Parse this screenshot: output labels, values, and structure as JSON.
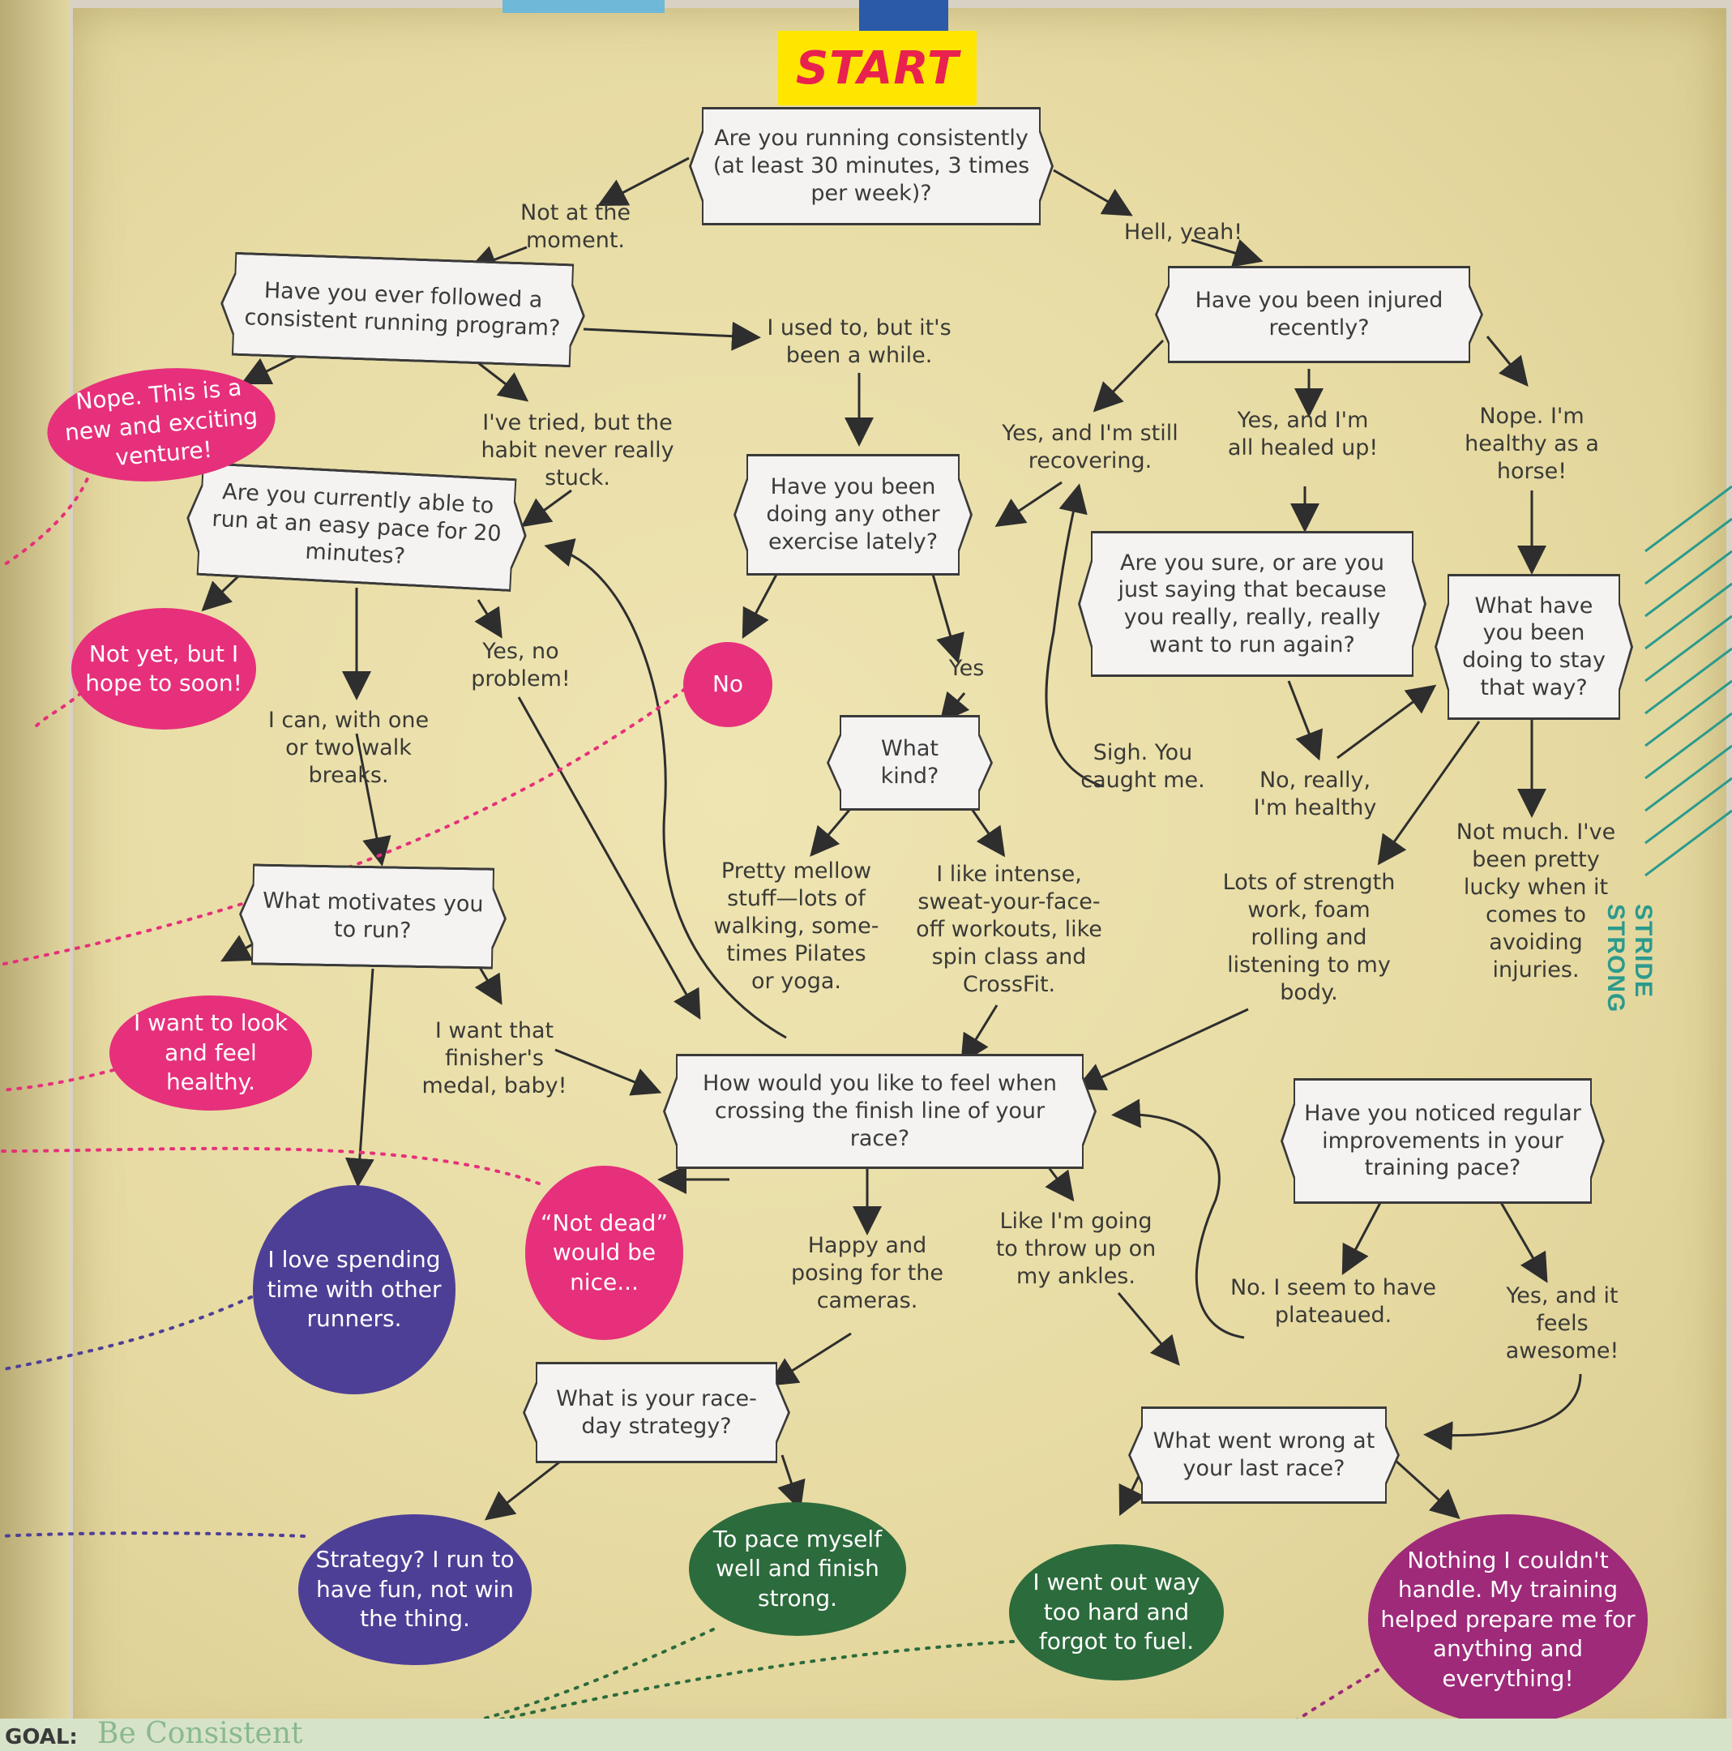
{
  "start": "START",
  "questions": {
    "q1": "Are you running consistently (at least 30 minutes, 3 times per week)?",
    "q2": "Have you ever followed a consistent running program?",
    "q3": "Have you been injured recently?",
    "q4": "Are you currently able to run at an easy pace for 20 minutes?",
    "q5": "Have you been doing any other exercise lately?",
    "q6": "Are you sure, or are you just saying that because you really, really, really want to run again?",
    "q7": "What have you been doing to stay that way?",
    "q8": "What kind?",
    "q9": "What motivates you to run?",
    "q10": "How would you like to feel when crossing the finish line of your race?",
    "q11": "Have you noticed regular improvements in your training pace?",
    "q12": "What is your race-day strategy?",
    "q13": "What went wrong at your last race?"
  },
  "answers": {
    "a_not_moment": "Not at the moment.",
    "a_hell_yeah": "Hell, yeah!",
    "a_used_to": "I used to, but it's been a while.",
    "a_tried": "I've tried, but the habit never really stuck.",
    "a_still_recovering": "Yes, and I'm still recovering.",
    "a_healed": "Yes, and I'm all healed up!",
    "a_healthy_horse": "Nope. I'm healthy as a horse!",
    "a_yes_no_problem": "Yes, no problem!",
    "a_walk_breaks": "I can, with one or two walk breaks.",
    "a_yes": "Yes",
    "a_sigh": "Sigh. You caught me.",
    "a_really_healthy": "No, really, I'm healthy",
    "a_mellow": "Pretty mellow stuff—lots of walking, some-times Pilates or yoga.",
    "a_intense": "I like intense, sweat-your-face-off workouts, like spin class and CrossFit.",
    "a_strength": "Lots of strength work, foam rolling and listening to my body.",
    "a_not_much": "Not much. I've been pretty lucky when it comes to avoiding injuries.",
    "a_medal": "I want that finisher's medal, baby!",
    "a_happy_posing": "Happy and posing for the cameras.",
    "a_throw_up": "Like I'm going to throw up on my ankles.",
    "a_plateaued": "No. I seem to have plateaued.",
    "a_awesome": "Yes, and it feels awesome!"
  },
  "outcomes": {
    "o_new_venture": "Nope. This is a new and exciting venture!",
    "o_hope_soon": "Not yet, but I hope to soon!",
    "o_no": "No",
    "o_look_feel": "I want to look and feel healthy.",
    "o_not_dead": "“Not dead” would be nice...",
    "o_love_spending": "I love spending time with other runners.",
    "o_strategy_fun": "Strategy? I run to have fun, not win the thing.",
    "o_pace_myself": "To pace myself well and finish strong.",
    "o_went_out_hard": "I went out way too hard and forgot to fuel.",
    "o_nothing_couldnt": "Nothing I couldn't handle. My training helped prepare me for anything and everything!"
  },
  "sidebar": {
    "stride": "STRIDE STRONG"
  },
  "footer": {
    "goal_label": "GOAL:",
    "goal_value": "Be Consistent"
  },
  "colors": {
    "start_bg": "#ffe600",
    "start_text": "#e8214f",
    "pink": "#e6307b",
    "purple": "#4e3f96",
    "green": "#2c6b3c",
    "magenta": "#9e2a79",
    "accent": "#2c9a8d"
  }
}
